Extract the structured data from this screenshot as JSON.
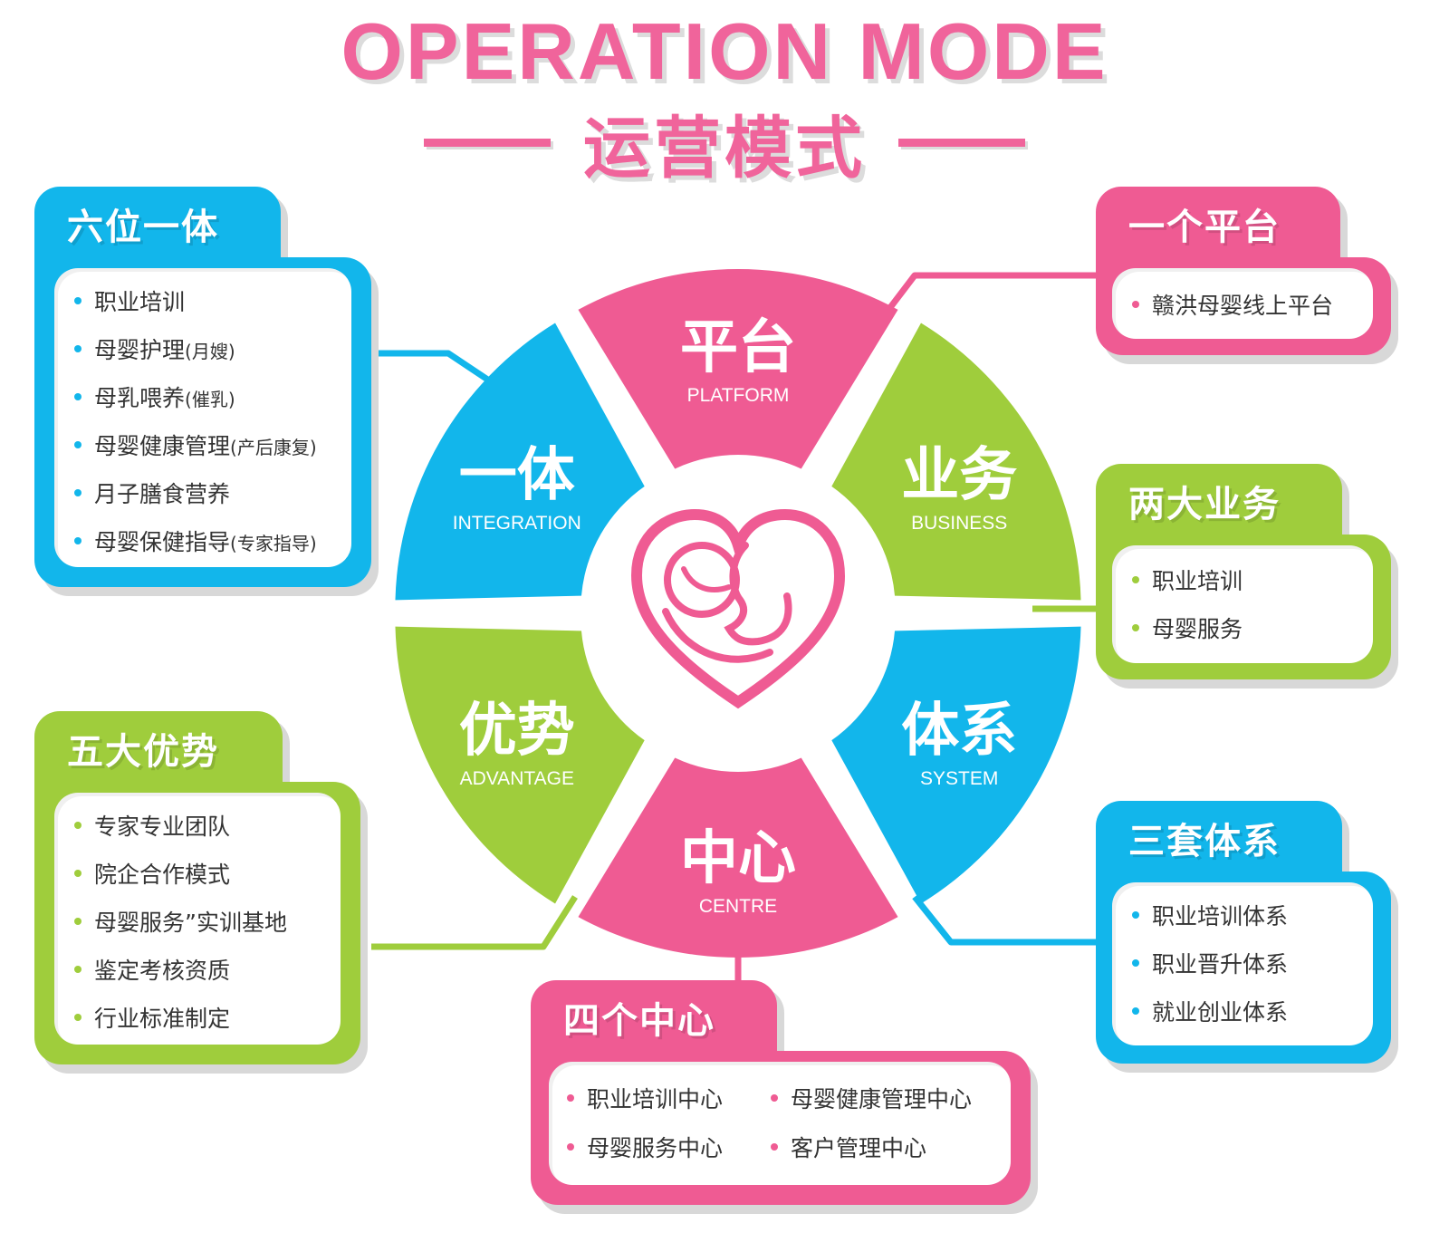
{
  "colors": {
    "pink": "#ef5b93",
    "blue": "#12b6eb",
    "green": "#9fcd3c",
    "title": "#f0649b"
  },
  "title": {
    "en": "OPERATION  MODE",
    "cn": "运营模式"
  },
  "wheel": {
    "center_icon": "mother-baby-heart-icon",
    "segments": [
      {
        "cn": "平台",
        "en": "PLATFORM",
        "color": "#ef5b93"
      },
      {
        "cn": "业务",
        "en": "BUSINESS",
        "color": "#9fcd3c"
      },
      {
        "cn": "体系",
        "en": "SYSTEM",
        "color": "#12b6eb"
      },
      {
        "cn": "中心",
        "en": "CENTRE",
        "color": "#ef5b93"
      },
      {
        "cn": "优势",
        "en": "ADVANTAGE",
        "color": "#9fcd3c"
      },
      {
        "cn": "一体",
        "en": "INTEGRATION",
        "color": "#12b6eb"
      }
    ]
  },
  "panels": {
    "six": {
      "title": "六位一体",
      "items": [
        {
          "text": "职业培训",
          "note": ""
        },
        {
          "text": "母婴护理",
          "note": "(月嫂)"
        },
        {
          "text": "母乳喂养",
          "note": "(催乳)"
        },
        {
          "text": "母婴健康管理",
          "note": "(产后康复)"
        },
        {
          "text": "月子膳食营养",
          "note": ""
        },
        {
          "text": "母婴保健指导",
          "note": "(专家指导)"
        }
      ]
    },
    "five": {
      "title": "五大优势",
      "items": [
        {
          "text": "专家专业团队"
        },
        {
          "text": "院企合作模式"
        },
        {
          "text": "母婴服务”实训基地"
        },
        {
          "text": "鉴定考核资质"
        },
        {
          "text": "行业标准制定"
        }
      ]
    },
    "one": {
      "title": "一个平台",
      "items": [
        {
          "text": "赣洪母婴线上平台"
        }
      ]
    },
    "two": {
      "title": "两大业务",
      "items": [
        {
          "text": "职业培训"
        },
        {
          "text": "母婴服务"
        }
      ]
    },
    "three": {
      "title": "三套体系",
      "items": [
        {
          "text": "职业培训体系"
        },
        {
          "text": "职业晋升体系"
        },
        {
          "text": "就业创业体系"
        }
      ]
    },
    "four": {
      "title": "四个中心",
      "items": [
        {
          "text": "职业培训中心"
        },
        {
          "text": "母婴健康管理中心"
        },
        {
          "text": "母婴服务中心"
        },
        {
          "text": "客户管理中心"
        }
      ]
    }
  }
}
